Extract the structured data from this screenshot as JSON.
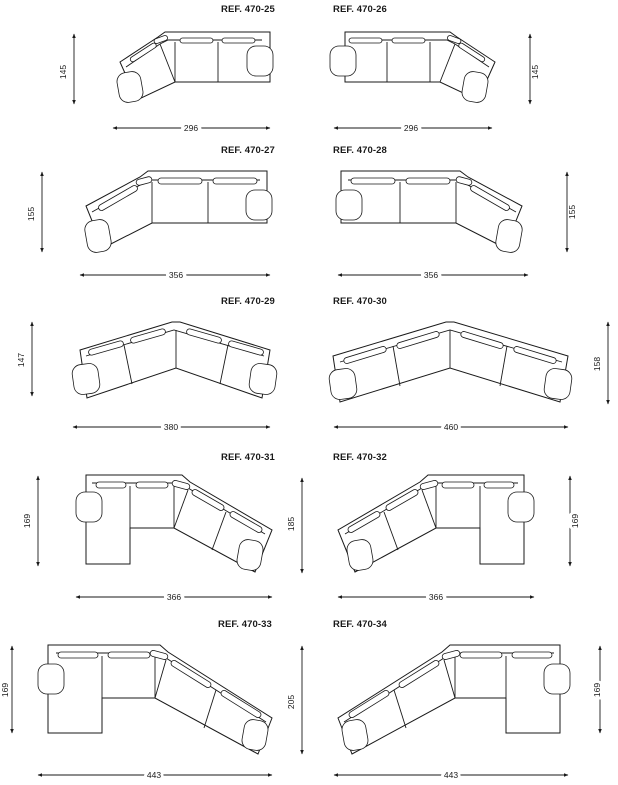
{
  "sofas": [
    {
      "ref": "REF. 470-25",
      "width_dim": "296",
      "depth_dim": "145"
    },
    {
      "ref": "REF. 470-26",
      "width_dim": "296",
      "depth_dim": "145"
    },
    {
      "ref": "REF. 470-27",
      "width_dim": "356",
      "depth_dim": "155"
    },
    {
      "ref": "REF. 470-28",
      "width_dim": "356",
      "depth_dim": "155"
    },
    {
      "ref": "REF. 470-29",
      "width_dim": "380",
      "depth_dim": "147"
    },
    {
      "ref": "REF. 470-30",
      "width_dim": "460",
      "depth_dim": "158"
    },
    {
      "ref": "REF. 470-31",
      "width_dim": "366",
      "depth_dim": "169"
    },
    {
      "ref": "REF. 470-32",
      "width_dim": "366",
      "depth_dim": "169"
    },
    {
      "ref": "REF. 470-33",
      "width_dim": "443",
      "depth_dim": "169"
    },
    {
      "ref": "REF. 470-34",
      "width_dim": "443",
      "depth_dim": "169"
    }
  ],
  "extra_dims": {
    "ref_31_right": "185",
    "ref_33_right": "205"
  }
}
